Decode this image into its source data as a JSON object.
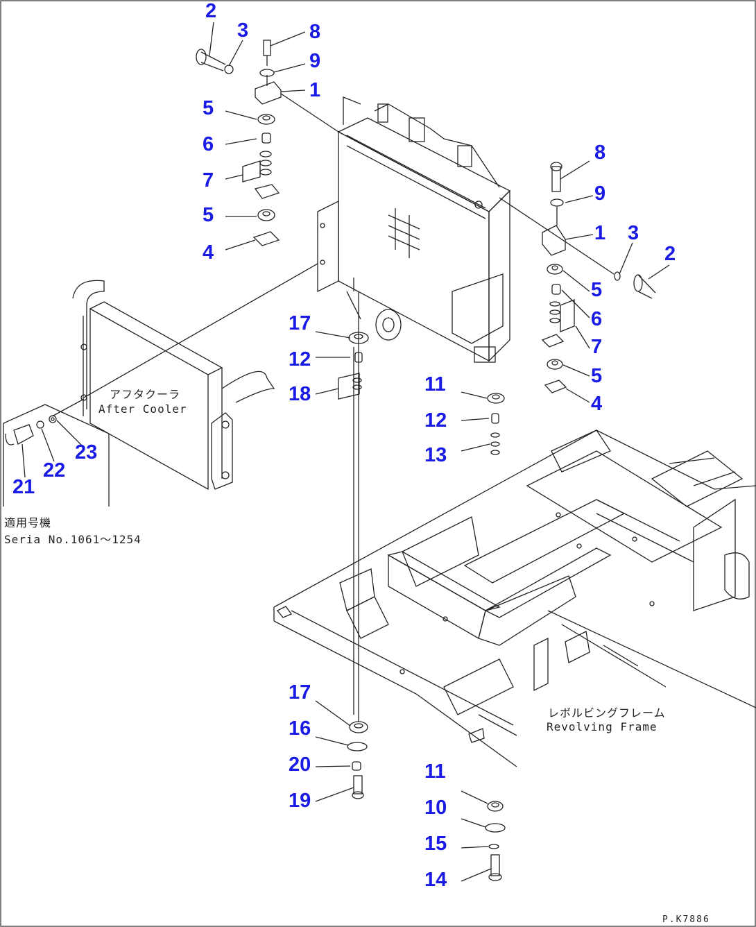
{
  "callouts": {
    "c2a": "2",
    "c3a": "3",
    "c8a": "8",
    "c9a": "9",
    "c1a": "1",
    "c5a": "5",
    "c6a": "6",
    "c7a": "7",
    "c5b": "5",
    "c4a": "4",
    "c8b": "8",
    "c9b": "9",
    "c1b": "1",
    "c3b": "3",
    "c2b": "2",
    "c5c": "5",
    "c6b": "6",
    "c7b": "7",
    "c5d": "5",
    "c4b": "4",
    "c17a": "17",
    "c12a": "12",
    "c18": "18",
    "c11a": "11",
    "c12b": "12",
    "c13": "13",
    "c21": "21",
    "c22": "22",
    "c23": "23",
    "c17b": "17",
    "c16": "16",
    "c20": "20",
    "c19": "19",
    "c11b": "11",
    "c10": "10",
    "c15": "15",
    "c14": "14"
  },
  "labels": {
    "aftercooler_jp": "アフタクーラ",
    "aftercooler_en": "After Cooler",
    "serial_jp": "適用号機",
    "serial_en": "Seria  No.1061～1254",
    "frame_jp": "レボルビングフレーム",
    "frame_en": "Revolving Frame",
    "drawing_code": "P.K7886"
  },
  "colors": {
    "callout": "#1a1ae6",
    "line": "#222222"
  }
}
